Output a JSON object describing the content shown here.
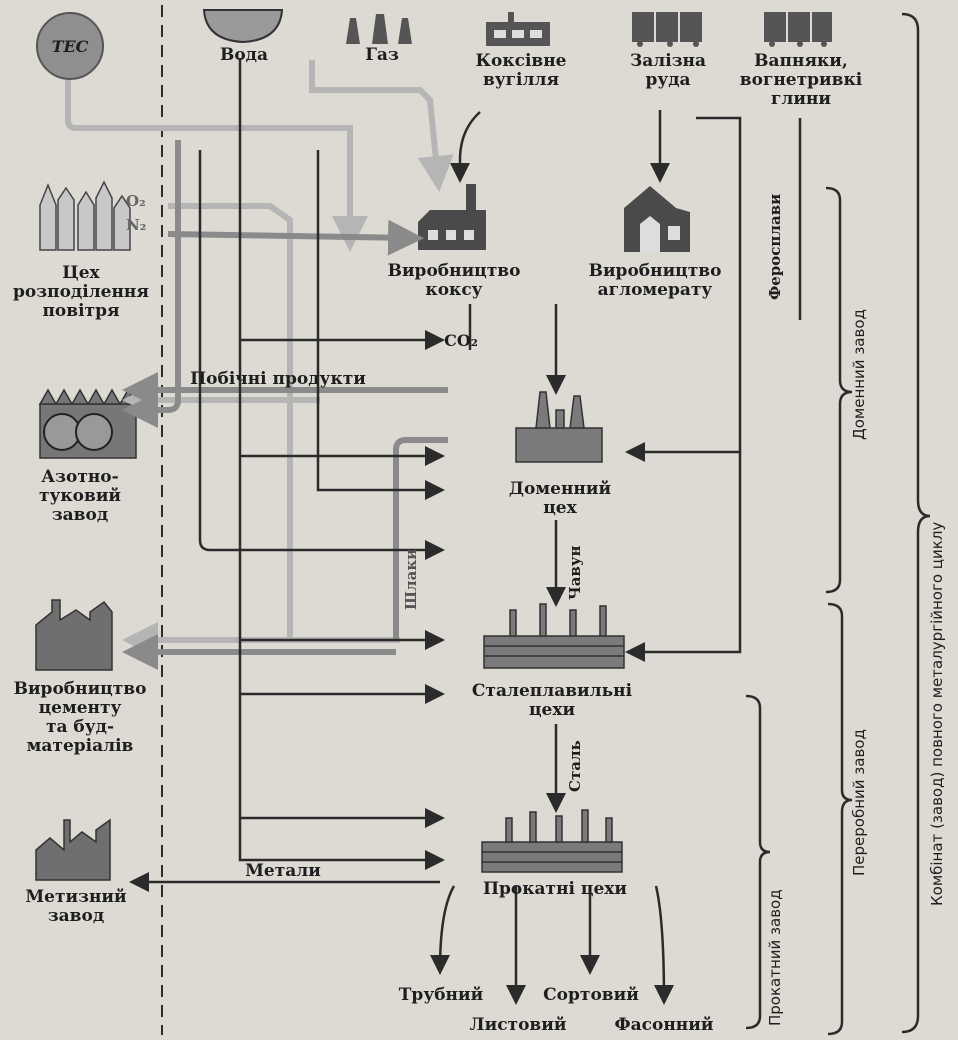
{
  "sources": {
    "tec": "ТЕС",
    "water": "Вода",
    "gas": "Газ",
    "coal": "Коксівне\nвугілля",
    "iron_ore": "Залізна\nруда",
    "limestone": "Вапняки,\nвогнетривкі\nглини"
  },
  "left_units": {
    "air_separation": "Цех\nрозподілення\nповітря",
    "o2": "O₂",
    "n2": "N₂",
    "nitrogen_plant": "Азотно-\nтуковий\nзавод",
    "cement": "Виробництво\nцементу\nта буд-\nматеріалів",
    "hardware": "Метизний\nзавод"
  },
  "process": {
    "coke": "Виробництво\nкоксу",
    "agglomerate": "Виробництво\nагломерату",
    "co2": "CO₂",
    "blast_furnace": "Доменний\nцех",
    "steel": "Сталеплавильні\nцехи",
    "rolling": "Прокатні цехи"
  },
  "products": {
    "pipe": "Трубний",
    "sheet": "Листовий",
    "section": "Сортовий",
    "shaped": "Фасонний"
  },
  "flows": {
    "byproducts": "Побічні продукти",
    "metals": "Метали",
    "ferroalloys": "Феросплави",
    "pig_iron": "Чавун",
    "slag": "Шлаки",
    "steel": "Сталь"
  },
  "brackets": {
    "blast_plant": "Доменний завод",
    "rolling_plant": "Прокатний завод",
    "conversion_plant": "Переробний завод",
    "combine": "Комбінат (завод) повного металургійного циклу"
  },
  "colors": {
    "dark_arrow": "#2b2b2b",
    "gray_arrow": "#8a8a8a",
    "light_arrow": "#b5b5b5",
    "building": "#6b6b6b",
    "background": "#dcdad3"
  }
}
